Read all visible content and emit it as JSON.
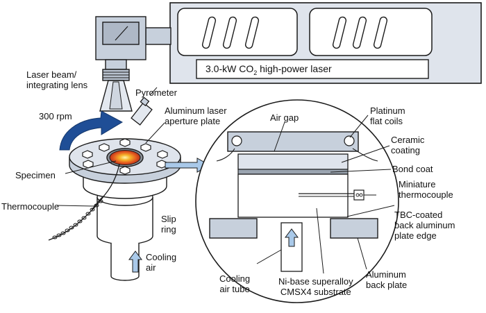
{
  "colors": {
    "line": "#1a1a1a",
    "panel": "#d6dde8",
    "laser_panel": "#dfe4ec",
    "head": "#c7d0dc",
    "arrow_blue": "#1f4e96",
    "arrow_light": "#a9c9e9",
    "specimen_hot": "#f2a21a",
    "specimen_core": "#e8412c",
    "gray_band": "#9aa4b0"
  },
  "labels": {
    "laser_main": "3.0-kW CO",
    "laser_sub": "2",
    "laser_tail": " high-power  laser",
    "laser_beam_1": "Laser beam/",
    "laser_beam_2": "integrating lens",
    "pyrometer": "Pyrometer",
    "rpm": "300 rpm",
    "aperture_1": "Aluminum laser",
    "aperture_2": "aperture plate",
    "specimen": "Specimen",
    "thermocouple": "Thermocouple",
    "slip_1": "Slip",
    "slip_2": "ring",
    "cooling_1": "Cooling",
    "cooling_2": "air",
    "air_gap": "Air gap",
    "platinum_1": "Platinum",
    "platinum_2": "flat coils",
    "ceramic_1": "Ceramic",
    "ceramic_2": "coating",
    "bond": "Bond coat",
    "mini_1": "Miniature",
    "mini_2": "thermocouple",
    "tbc_1": "TBC-coated",
    "tbc_2": "back aluminum",
    "tbc_3": "plate edge",
    "backplate_1": "Aluminum",
    "backplate_2": "back plate",
    "tube_1": "Cooling",
    "tube_2": "air tube",
    "super_1": "Ni-base superalloy",
    "super_2": "CMSX4 substrate"
  }
}
